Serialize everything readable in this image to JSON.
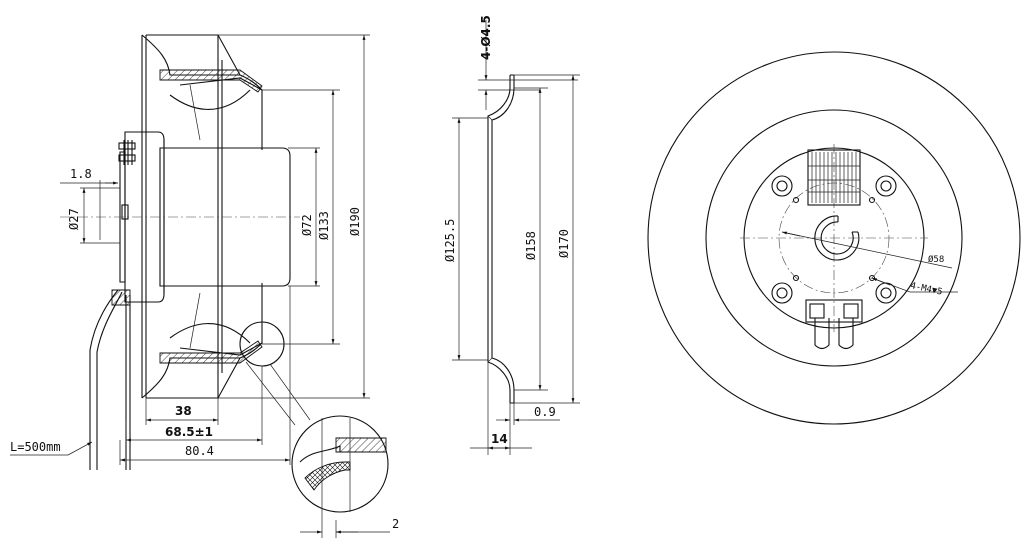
{
  "dimensions": {
    "d1_8": "1.8",
    "d27": "Ø27",
    "d72": "Ø72",
    "d133": "Ø133",
    "d190": "Ø190",
    "d38": "38",
    "d68_5": "68.5±1",
    "d80_4": "80.4",
    "cable": "L=500mm",
    "d2": "2",
    "holes": "4-Ø4.5",
    "d125_5": "Ø125.5",
    "d158": "Ø158",
    "d170": "Ø170",
    "d0_9": "0.9",
    "d14": "14",
    "d58": "Ø58",
    "m4": "4-M4▼5"
  }
}
